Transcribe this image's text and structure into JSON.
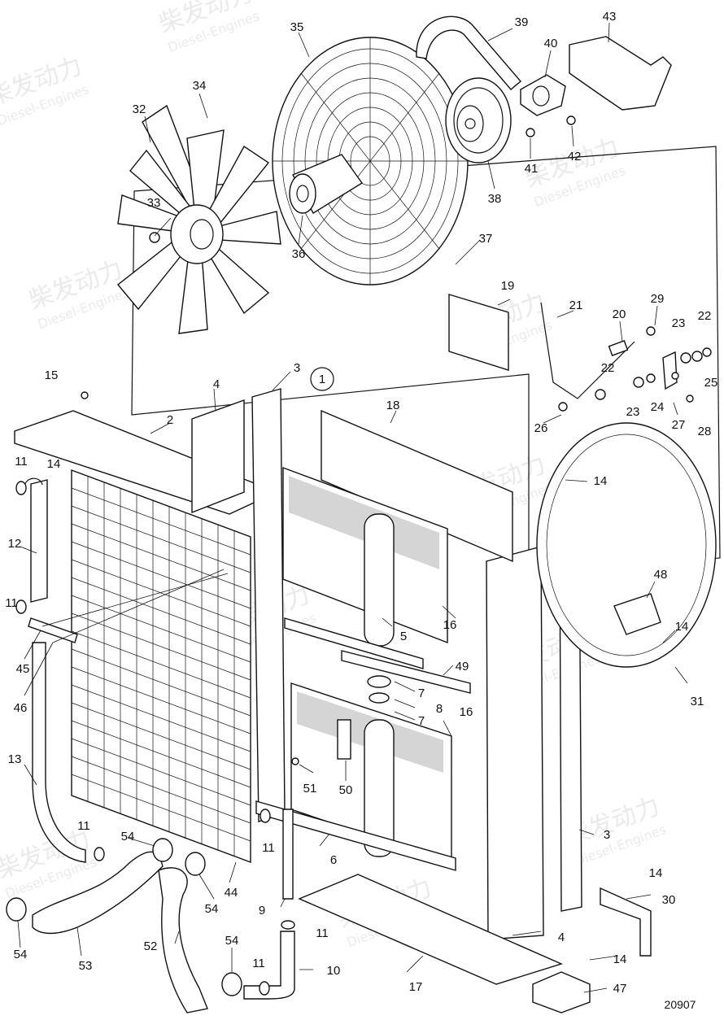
{
  "watermark": {
    "brand_cn": "柴发动力",
    "brand_en": "Diesel-Engines"
  },
  "figure_number": "20907",
  "group_marker": "1",
  "callouts": {
    "c2": "2",
    "c3a": "3",
    "c3b": "3",
    "c4a": "4",
    "c4b": "4",
    "c5": "5",
    "c6": "6",
    "c7a": "7",
    "c7b": "7",
    "c8": "8",
    "c9": "9",
    "c10": "10",
    "c11a": "11",
    "c11b": "11",
    "c11c": "11",
    "c11d": "11",
    "c11e": "11",
    "c11f": "11",
    "c12": "12",
    "c13": "13",
    "c14a": "14",
    "c14b": "14",
    "c14c": "14",
    "c14d": "14",
    "c14e": "14",
    "c15": "15",
    "c16a": "16",
    "c16b": "16",
    "c17": "17",
    "c18": "18",
    "c19": "19",
    "c20": "20",
    "c21": "21",
    "c22a": "22",
    "c22b": "22",
    "c23a": "23",
    "c23b": "23",
    "c24": "24",
    "c25": "25",
    "c26": "26",
    "c27": "27",
    "c28": "28",
    "c29": "29",
    "c30": "30",
    "c31": "31",
    "c32": "32",
    "c33": "33",
    "c34": "34",
    "c35": "35",
    "c36": "36",
    "c37": "37",
    "c38": "38",
    "c39": "39",
    "c40": "40",
    "c41": "41",
    "c42": "42",
    "c43": "43",
    "c44": "44",
    "c45": "45",
    "c46": "46",
    "c47": "47",
    "c48": "48",
    "c49": "49",
    "c50": "50",
    "c51": "51",
    "c52": "52",
    "c53": "53",
    "c54a": "54",
    "c54b": "54",
    "c54c": "54",
    "c54d": "54"
  }
}
